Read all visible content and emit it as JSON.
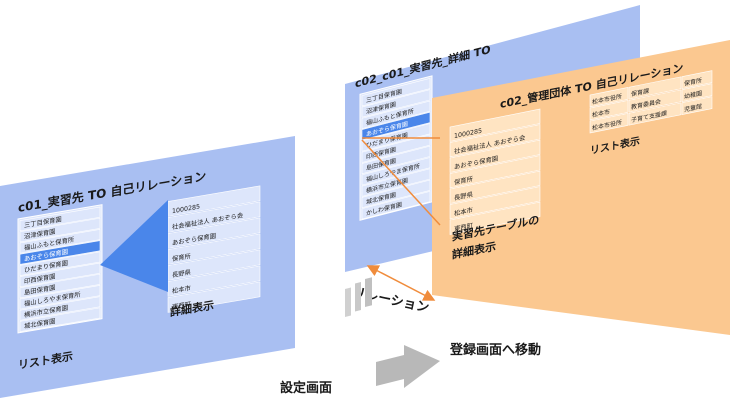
{
  "left_panel": {
    "title": "c01_実習先 TO 自己リレーション",
    "list_items": [
      "三丁目保育園",
      "沼津保育園",
      "福山ふもと保育所",
      "あおぞら保育園",
      "ひだまり保育園",
      "印西保育園",
      "島田保育園",
      "福山しろやま保育所",
      "横浜市立保育園",
      "城北保育園"
    ],
    "detail_items": [
      "1000285",
      "社会福祉法人 あおぞら会",
      "あおぞら保育園",
      "保育所",
      "長野県",
      "松本市",
      "東西町"
    ],
    "list_caption": "リスト表示",
    "detail_caption": "詳細表示"
  },
  "back_panel": {
    "title": "c02_c01_実習先_詳細 TO",
    "list_items": [
      "三丁目保育園",
      "沼津保育園",
      "福山ふもと保育所",
      "あおぞら保育園",
      "ひだまり保育園",
      "印西保育園",
      "島田保育園",
      "福山しろやま保育所",
      "横浜市立保育園",
      "城北保育園",
      "かしわ保育園"
    ]
  },
  "front_panel": {
    "title": "c02_管理団体 TO 自己リレーション",
    "detail_items": [
      "1000285",
      "社会福祉法人 あおぞら会",
      "あおぞら保育園",
      "保育所",
      "長野県",
      "松本市",
      "東西町"
    ],
    "grid_rows": [
      [
        "松本市役所",
        "保育課",
        "保育所"
      ],
      [
        "松本市",
        "教育委員会",
        "幼稚園"
      ],
      [
        "松本市役所",
        "子育て支援課",
        "児童館"
      ]
    ],
    "list_caption": "リスト表示",
    "detail_caption_line1": "実習先テーブルの",
    "detail_caption_line2": "詳細表示"
  },
  "relation_label": "リレーション",
  "bottom": {
    "from_label": "設定画面",
    "to_label": "登録画面へ移動"
  },
  "colors": {
    "blue_panel": "#a9bff2",
    "blue_light": "#dde6fb",
    "blue_accent": "#4a86ea",
    "orange_panel": "#fbc890",
    "orange_light": "#ffe4c2",
    "relation_arrow": "#f08c3c",
    "gray_arrow": "#bdbdbd"
  }
}
